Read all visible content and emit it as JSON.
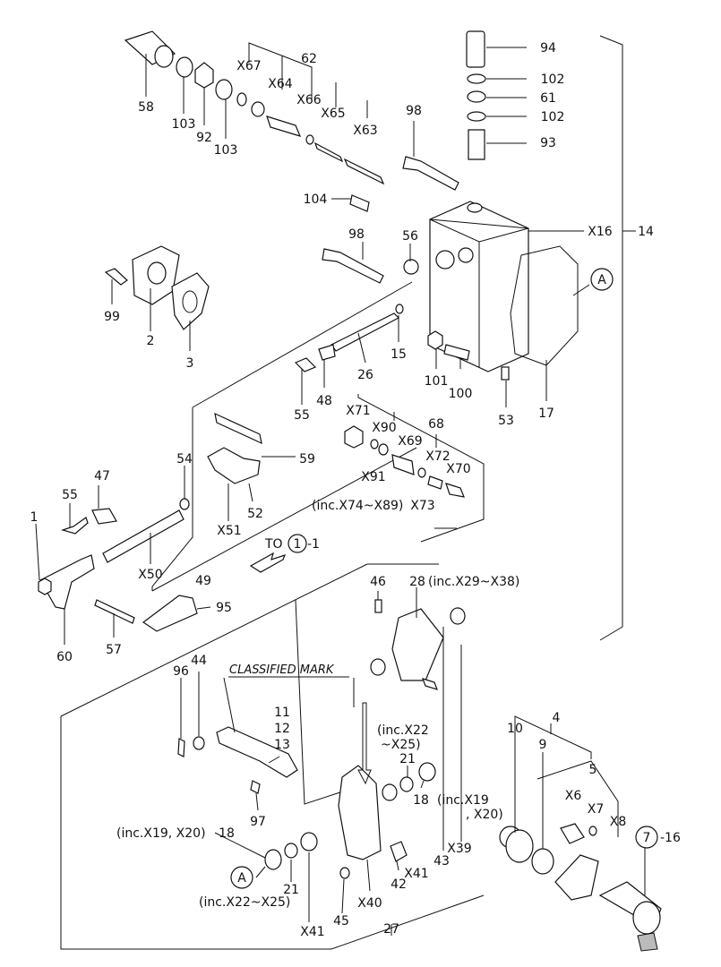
{
  "classified_mark": "CLASSIFIED MARK",
  "to_ref": {
    "prefix": "TO",
    "circle": "1",
    "suffix": "-1"
  },
  "callout_A": "A",
  "callout_7": {
    "circle": "7",
    "suffix": "-16"
  },
  "labels": {
    "l58": "58",
    "l103a": "103",
    "l92": "92",
    "l103b": "103",
    "l67": "X67",
    "l64": "X64",
    "l62": "62",
    "l66": "X66",
    "l65": "X65",
    "l63": "X63",
    "l94": "94",
    "l102a": "102",
    "l61": "61",
    "l102b": "102",
    "l93": "93",
    "l98a": "98",
    "l104": "104",
    "l98b": "98",
    "l56": "56",
    "l16": "X16",
    "l14": "14",
    "l99": "99",
    "l2": "2",
    "l3": "3",
    "l15": "15",
    "l26": "26",
    "l55a": "55",
    "l48": "48",
    "l101": "101",
    "l100": "100",
    "l53": "53",
    "l17": "17",
    "l71": "X71",
    "l90": "X90",
    "l68": "68",
    "l69": "X69",
    "l72": "X72",
    "l70": "X70",
    "l91": "X91",
    "l73": "X73",
    "inc7489": "(inc.X74~X89)",
    "l59": "59",
    "l54": "54",
    "l47": "47",
    "l55b": "55",
    "l51": "X51",
    "l52": "52",
    "l1": "1",
    "l50": "X50",
    "l49": "49",
    "l60": "60",
    "l57": "57",
    "l95": "95",
    "l46": "46",
    "l28": "28",
    "inc2938": "(inc.X29~X38)",
    "l96": "96",
    "l44": "44",
    "l11": "11",
    "l12": "12",
    "l13": "13",
    "l97": "97",
    "inc2225a": "(inc.X22",
    "inc2225b": "~X25)",
    "l21a": "21",
    "l18a": "18",
    "inc1920a": "(inc.X19",
    "inc1920b": ", X20)",
    "l10": "10",
    "l4": "4",
    "l9": "9",
    "l5": "5",
    "l6": "X6",
    "l7": "X7",
    "l8": "X8",
    "inc1920c": "(inc.X19, X20)",
    "l18b": "18",
    "l21b": "21",
    "inc2225c": "(inc.X22~X25)",
    "l41a": "X41",
    "l39": "X39",
    "l43": "43",
    "l42": "42",
    "l40": "X40",
    "l45": "45",
    "l41b": "X41",
    "l27": "27"
  }
}
